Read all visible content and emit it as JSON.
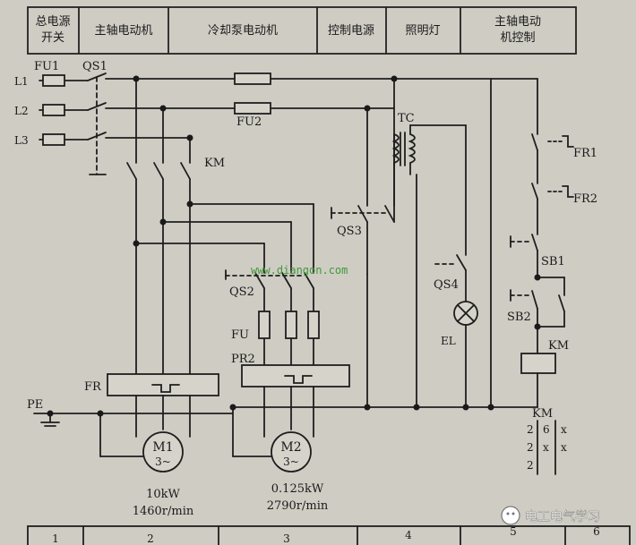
{
  "header": {
    "cells": [
      "总电源",
      "开关",
      "主轴电动机",
      "冷却泵电动机",
      "控制电源",
      "照明灯",
      "主轴电动",
      "机控制"
    ]
  },
  "labels": {
    "FU1": "FU1",
    "QS1": "QS1",
    "L1": "L1",
    "L2": "L2",
    "L3": "L3",
    "FU2": "FU2",
    "TC": "TC",
    "KM": "KM",
    "FR1": "FR1",
    "FR2": "FR2",
    "QS3": "QS3",
    "QS2": "QS2",
    "QS4": "QS4",
    "FU": "FU",
    "FR": "FR",
    "PR2": "PR2",
    "SB1": "SB1",
    "SB2": "SB2",
    "EL": "EL",
    "PE": "PE",
    "M1": "M1",
    "M2": "M2",
    "phase": "3~"
  },
  "motors": {
    "m1_power": "10kW",
    "m1_speed": "1460r/min",
    "m2_power": "0.125kW",
    "m2_speed": "2790r/min"
  },
  "km_table": {
    "title": "KM",
    "rows": [
      [
        "2",
        "6",
        "x"
      ],
      [
        "2",
        "x",
        "x"
      ],
      [
        "2",
        "",
        ""
      ]
    ]
  },
  "watermark": "www.diangon.com",
  "brand": "电工电气学习",
  "footer": {
    "cells": [
      "1",
      "2",
      "3",
      "4",
      "5",
      "6"
    ]
  }
}
